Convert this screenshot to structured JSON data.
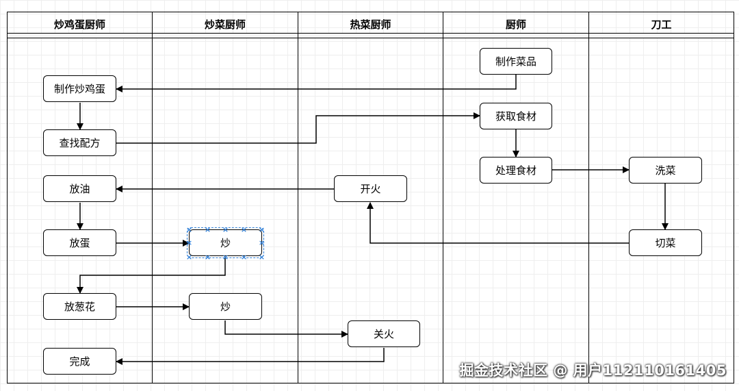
{
  "lanes": [
    {
      "title": "炒鸡蛋厨师"
    },
    {
      "title": "炒菜厨师"
    },
    {
      "title": "热菜厨师"
    },
    {
      "title": "厨师"
    },
    {
      "title": "刀工"
    }
  ],
  "nodes": {
    "make_dish": "制作菜品",
    "make_egg": "制作炒鸡蛋",
    "get_ingredients": "获取食材",
    "find_recipe": "查找配方",
    "process_ingredients": "处理食材",
    "wash_veg": "洗菜",
    "add_oil": "放油",
    "fire_on": "开火",
    "add_egg": "放蛋",
    "stir_fry_1": "炒",
    "cut_veg": "切菜",
    "add_scallion": "放葱花",
    "stir_fry_2": "炒",
    "fire_off": "关火",
    "done": "完成"
  },
  "watermark": "掘金技术社区 @ 用户112110161405",
  "colors": {
    "selection": "#2f7fd8",
    "stroke": "#000000"
  }
}
